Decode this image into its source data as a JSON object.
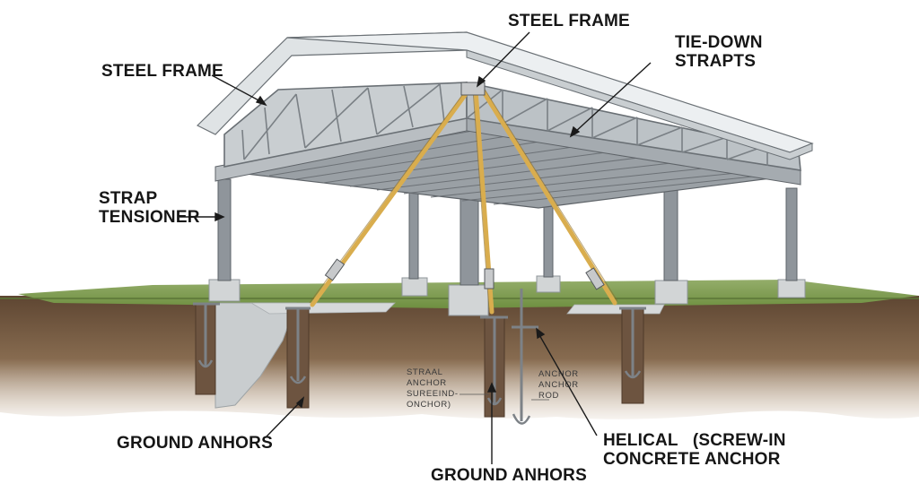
{
  "labels": {
    "steel_frame_top": "STEEL FRAME",
    "steel_frame_left": "STEEL FRAME",
    "tie_down_line1": "TIE-DOWN",
    "tie_down_line2": "STRAPTS",
    "strap_line1": "STRAP",
    "strap_line2": "TENSIONER",
    "ground_anchors_left": "GROUND ANHORS",
    "ground_anchors_bottom": "GROUND ANHORS",
    "helical_line1": "HELICAL   (SCREW-IN",
    "helical_line2": "CONCRETE ANCHOR",
    "strap_anchor_note": [
      "STRAAL",
      "ANCHOR",
      "SUREEIND-",
      "ONCHOR)"
    ],
    "anchor_rod_note": [
      "ANCHOR",
      "ANCHOR",
      "ROD"
    ]
  },
  "colors": {
    "strap": "#d9ad4e",
    "steel": "#8b9096",
    "roof": "#e9ecee",
    "grass": "#7f9e4f",
    "soil": "#80654a",
    "concrete": "#c8cccd"
  }
}
